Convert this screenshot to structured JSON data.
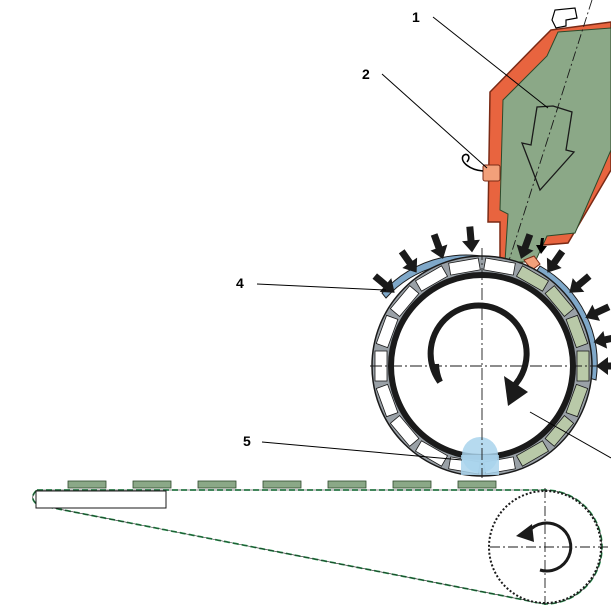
{
  "callouts": [
    {
      "id": "1",
      "label": "1"
    },
    {
      "id": "2",
      "label": "2"
    },
    {
      "id": "4",
      "label": "4"
    },
    {
      "id": "5",
      "label": "5"
    }
  ],
  "colors": {
    "hopper_wall": "#e8643f",
    "hopper_fill": "#8ba887",
    "drum_ring": "#9aa1a7",
    "drum_dark": "#1a1a1a",
    "seed_pad": "#8ba887",
    "belt_line": "#2e9a55",
    "cover_blue": "#7fa8c9",
    "release_zone": "#a9d3ec",
    "sensor": "#f2a07a"
  },
  "icons": [
    "hopper",
    "flow-arrow",
    "drum",
    "rotation-arrow",
    "pressure-arrow",
    "conveyor-belt",
    "belt-pulley",
    "sensor"
  ]
}
